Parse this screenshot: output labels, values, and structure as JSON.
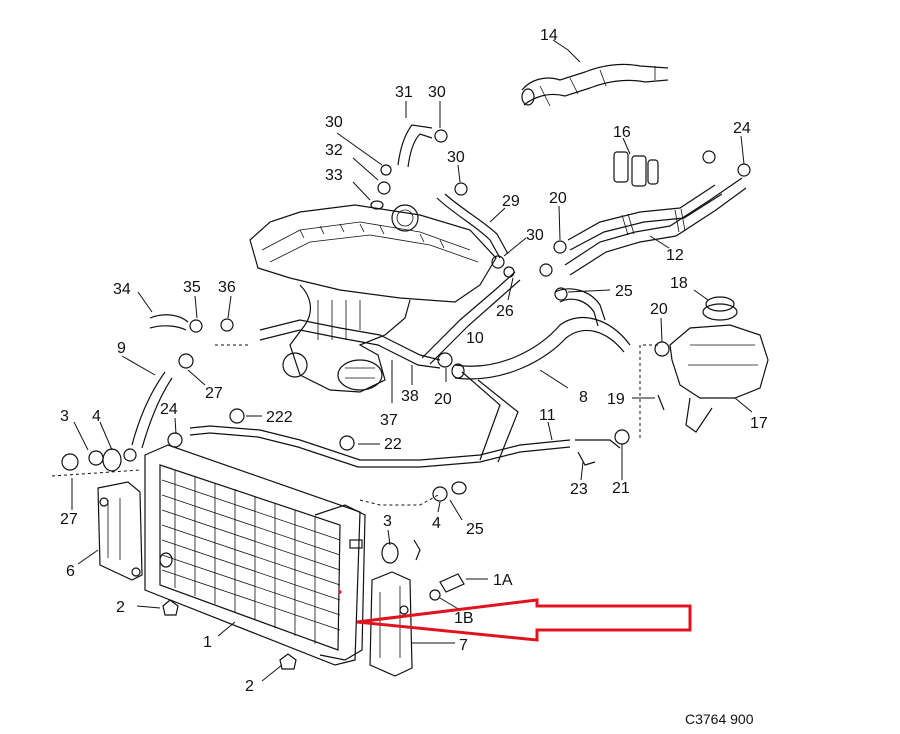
{
  "diagram_code": "C3764 900",
  "callouts": [
    {
      "key": "c14",
      "text": "14"
    },
    {
      "key": "c31",
      "text": "31"
    },
    {
      "key": "c30a",
      "text": "30"
    },
    {
      "key": "c30b",
      "text": "30"
    },
    {
      "key": "c32",
      "text": "32"
    },
    {
      "key": "c30c",
      "text": "30"
    },
    {
      "key": "c33",
      "text": "33"
    },
    {
      "key": "c29",
      "text": "29"
    },
    {
      "key": "c30d",
      "text": "30"
    },
    {
      "key": "c16",
      "text": "16"
    },
    {
      "key": "c24a",
      "text": "24"
    },
    {
      "key": "c20a",
      "text": "20"
    },
    {
      "key": "c12",
      "text": "12"
    },
    {
      "key": "c25a",
      "text": "25"
    },
    {
      "key": "c26",
      "text": "26"
    },
    {
      "key": "c18",
      "text": "18"
    },
    {
      "key": "c34",
      "text": "34"
    },
    {
      "key": "c35",
      "text": "35"
    },
    {
      "key": "c36",
      "text": "36"
    },
    {
      "key": "c10",
      "text": "10"
    },
    {
      "key": "c20b",
      "text": "20"
    },
    {
      "key": "c9",
      "text": "9"
    },
    {
      "key": "c27a",
      "text": "27"
    },
    {
      "key": "c38",
      "text": "38"
    },
    {
      "key": "c20c",
      "text": "20"
    },
    {
      "key": "c8",
      "text": "8"
    },
    {
      "key": "c19",
      "text": "19"
    },
    {
      "key": "c37",
      "text": "37"
    },
    {
      "key": "c17",
      "text": "17"
    },
    {
      "key": "c3a",
      "text": "3"
    },
    {
      "key": "c4a",
      "text": "4"
    },
    {
      "key": "c24b",
      "text": "24"
    },
    {
      "key": "c222",
      "text": "222"
    },
    {
      "key": "c11",
      "text": "11"
    },
    {
      "key": "c22",
      "text": "22"
    },
    {
      "key": "c23",
      "text": "23"
    },
    {
      "key": "c21",
      "text": "21"
    },
    {
      "key": "c27b",
      "text": "27"
    },
    {
      "key": "c3b",
      "text": "3"
    },
    {
      "key": "c4b",
      "text": "4"
    },
    {
      "key": "c25b",
      "text": "25"
    },
    {
      "key": "c6",
      "text": "6"
    },
    {
      "key": "c1A",
      "text": "1A"
    },
    {
      "key": "c2a",
      "text": "2"
    },
    {
      "key": "c1B",
      "text": "1B"
    },
    {
      "key": "c1",
      "text": "1"
    },
    {
      "key": "c7",
      "text": "7"
    },
    {
      "key": "c2b",
      "text": "2"
    }
  ],
  "colors": {
    "line": "#111111",
    "arrow": "#e0141e",
    "background": "#ffffff"
  }
}
